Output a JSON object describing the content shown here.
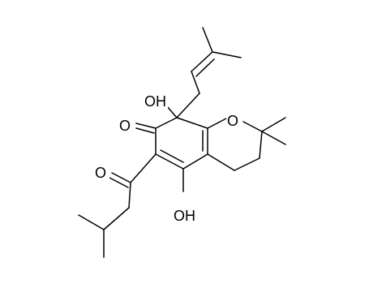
{
  "molecule": {
    "atoms": {
      "oh_c8": "OH",
      "o_ketone_c7": "O",
      "o_ring": "O",
      "o_acyl": "O",
      "oh_c5": "OH"
    }
  }
}
